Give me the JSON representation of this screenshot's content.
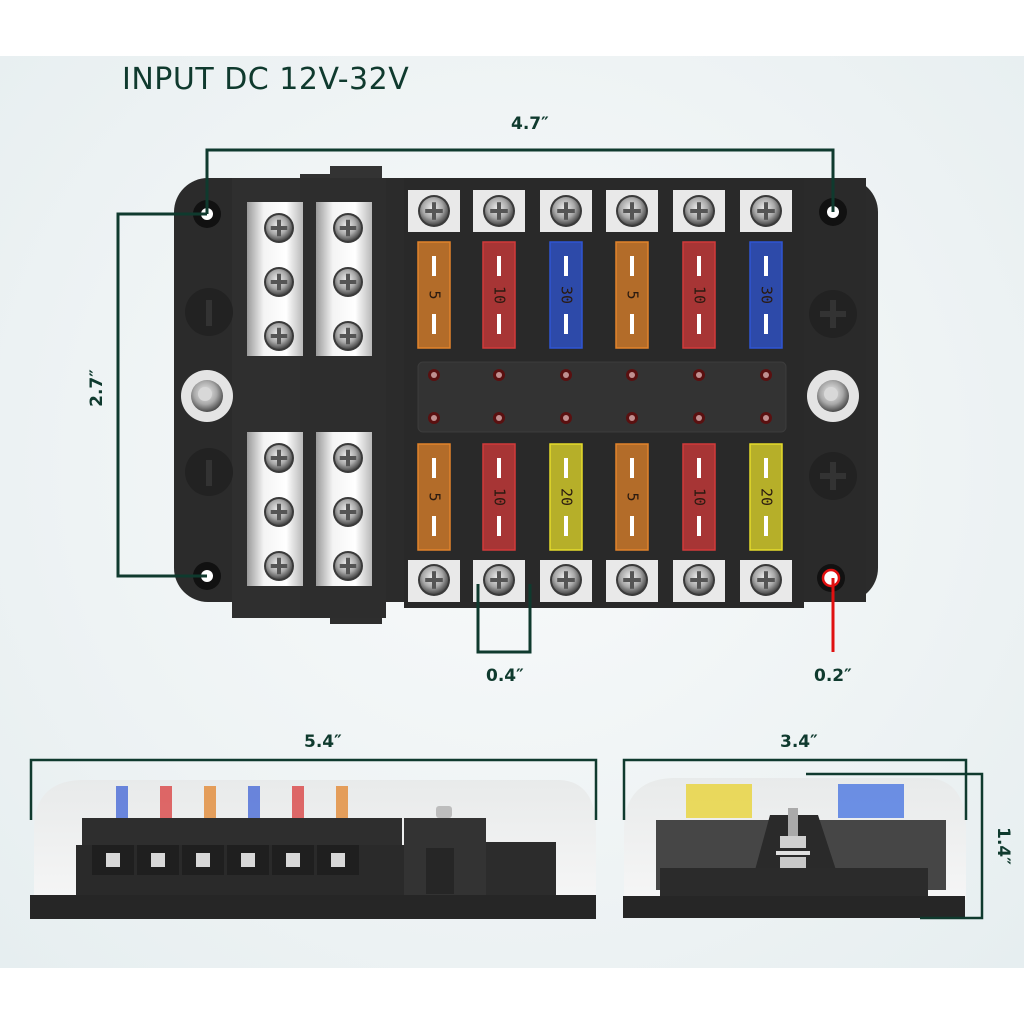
{
  "title": "INPUT DC 12V-32V",
  "dimensions": {
    "width_top": "4.7″",
    "height_left": "2.7″",
    "terminal_pitch": "0.4″",
    "mount_hole": "0.2″",
    "side_length": "5.4″",
    "end_width": "3.4″",
    "end_height": "1.4″"
  },
  "colors": {
    "dimension_line": "#0f3a2e",
    "mount_hole_marker": "#e01010",
    "body": "#2b2b2b"
  },
  "fuses": {
    "top_row": [
      {
        "rating": "5",
        "color": "#e2832a"
      },
      {
        "rating": "10",
        "color": "#d23a3a"
      },
      {
        "rating": "30",
        "color": "#2f55d4"
      },
      {
        "rating": "5",
        "color": "#e2832a"
      },
      {
        "rating": "10",
        "color": "#d23a3a"
      },
      {
        "rating": "30",
        "color": "#2f55d4"
      }
    ],
    "bottom_row": [
      {
        "rating": "5",
        "color": "#e2832a"
      },
      {
        "rating": "10",
        "color": "#d23a3a"
      },
      {
        "rating": "20",
        "color": "#e6dc2a"
      },
      {
        "rating": "5",
        "color": "#e2832a"
      },
      {
        "rating": "10",
        "color": "#d23a3a"
      },
      {
        "rating": "20",
        "color": "#e6dc2a"
      }
    ]
  },
  "polarity": {
    "left": "negative-symbol",
    "right": "positive-symbol"
  },
  "side_view_fuse_colors": [
    "#3d62d6",
    "#d83a3a",
    "#e2832a",
    "#3d62d6",
    "#d83a3a",
    "#e2832a"
  ],
  "end_view_fuse_colors": [
    "#e8d020",
    "#3466e0"
  ]
}
